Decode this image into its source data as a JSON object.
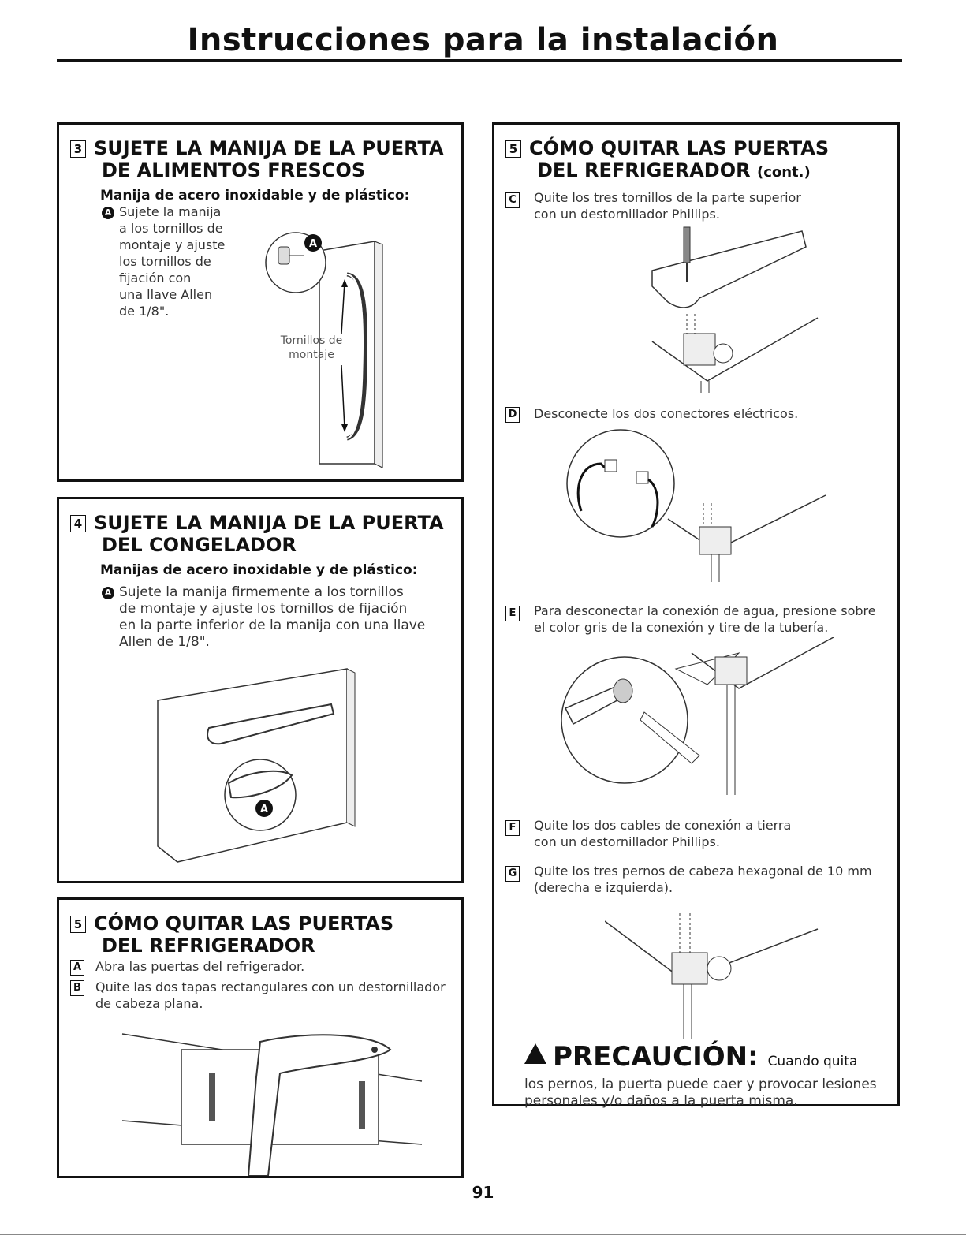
{
  "page_title": "Instrucciones para la instalación",
  "page_number": "91",
  "sec3": {
    "num": "3",
    "title_line1": "SUJETE LA MANIJA DE LA PUERTA",
    "title_line2": "DE ALIMENTOS FRESCOS",
    "subhead": "Manija de acero inoxidable y de plástico:",
    "callout": "A",
    "step_lines": [
      "Sujete la manija",
      "a los tornillos de",
      "montaje y ajuste",
      "los tornillos de",
      "fijación con",
      "una llave Allen",
      "de 1/8\"."
    ],
    "label_line1": "Tornillos de",
    "label_line2": "montaje",
    "illus_callout": "A"
  },
  "sec4": {
    "num": "4",
    "title_line1": "SUJETE LA MANIJA DE LA PUERTA",
    "title_line2": "DEL CONGELADOR",
    "subhead": "Manijas de acero inoxidable y de plástico:",
    "callout": "A",
    "step_lines": [
      "Sujete la manija firmemente a los tornillos",
      "de montaje y ajuste los tornillos de fijación",
      "en la parte inferior de la manija con una llave",
      "Allen de 1/8\"."
    ],
    "illus_callout": "A"
  },
  "sec5": {
    "num": "5",
    "title_line1": "CÓMO QUITAR LAS PUERTAS",
    "title_line2": "DEL REFRIGERADOR",
    "step_a_letter": "A",
    "step_a": "Abra las puertas del refrigerador.",
    "step_b_letter": "B",
    "step_b_line1": "Quite las dos tapas rectangulares con un destornillador",
    "step_b_line2": "de cabeza plana."
  },
  "sec5cont": {
    "num": "5",
    "title_line1": "CÓMO QUITAR LAS PUERTAS",
    "title_line2": "DEL REFRIGERADOR",
    "title_suffix": "(cont.)",
    "step_c_letter": "C",
    "step_c_line1": "Quite los tres tornillos de la parte superior",
    "step_c_line2": "con un destornillador Phillips.",
    "step_d_letter": "D",
    "step_d": "Desconecte los dos conectores eléctricos.",
    "step_e_letter": "E",
    "step_e_line1": "Para desconectar la conexión de agua, presione sobre",
    "step_e_line2": "el color gris de la conexión y tire de la tubería.",
    "step_f_letter": "F",
    "step_f_line1": "Quite los dos cables de conexión a tierra",
    "step_f_line2": "con un destornillador Phillips.",
    "step_g_letter": "G",
    "step_g_line1": "Quite los tres pernos de cabeza hexagonal de 10 mm",
    "step_g_line2": "(derecha e izquierda).",
    "caution_word": "PRECAUCIÓN:",
    "caution_tail": "Cuando quita",
    "caution_line2": "los pernos, la puerta puede caer y provocar lesiones",
    "caution_line3": "personales y/o daños a la puerta misma."
  }
}
